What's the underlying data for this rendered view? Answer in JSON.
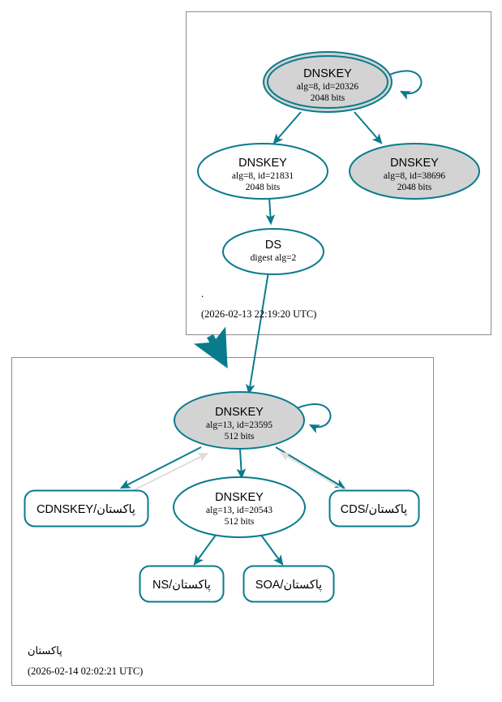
{
  "colors": {
    "edge_teal": "#0a7b8c",
    "node_stroke": "#0a7b8c",
    "node_fill_shaded": "#d3d3d3",
    "node_fill_plain": "#ffffff",
    "zone_border": "#8c8c8c",
    "gray_edge": "#dedede",
    "text": "#000000"
  },
  "zones": [
    {
      "id": "root-zone",
      "label": ".",
      "timestamp": "(2026-02-13 22:19:20 UTC)",
      "nodes": [
        {
          "id": "dnskey-20326",
          "type": "DNSKEY",
          "title": "DNSKEY",
          "line2": "alg=8, id=20326",
          "line3": "2048 bits",
          "shaded": true,
          "double_ring": true,
          "self_loop": true
        },
        {
          "id": "dnskey-21831",
          "type": "DNSKEY",
          "title": "DNSKEY",
          "line2": "alg=8, id=21831",
          "line3": "2048 bits",
          "shaded": false,
          "double_ring": false,
          "self_loop": false
        },
        {
          "id": "dnskey-38696",
          "type": "DNSKEY",
          "title": "DNSKEY",
          "line2": "alg=8, id=38696",
          "line3": "2048 bits",
          "shaded": true,
          "double_ring": false,
          "self_loop": false
        },
        {
          "id": "ds-node",
          "type": "DS",
          "title": "DS",
          "line2": "digest alg=2",
          "line3": "",
          "shaded": false,
          "double_ring": false,
          "self_loop": false
        }
      ]
    },
    {
      "id": "pakistan-zone",
      "label": "پاکستان",
      "timestamp": "(2026-02-14 02:02:21 UTC)",
      "nodes": [
        {
          "id": "dnskey-23595",
          "type": "DNSKEY",
          "title": "DNSKEY",
          "line2": "alg=13, id=23595",
          "line3": "512 bits",
          "shaded": true,
          "double_ring": false,
          "self_loop": true
        },
        {
          "id": "dnskey-20543",
          "type": "DNSKEY",
          "title": "DNSKEY",
          "line2": "alg=13, id=20543",
          "line3": "512 bits",
          "shaded": false,
          "double_ring": false,
          "self_loop": false
        }
      ],
      "rrsets": [
        {
          "id": "cdnskey-rrset",
          "label": "پاکستان/CDNSKEY"
        },
        {
          "id": "cds-rrset",
          "label": "پاکستان/CDS"
        },
        {
          "id": "ns-rrset",
          "label": "پاکستان/NS"
        },
        {
          "id": "soa-rrset",
          "label": "پاکستان/SOA"
        }
      ]
    }
  ]
}
